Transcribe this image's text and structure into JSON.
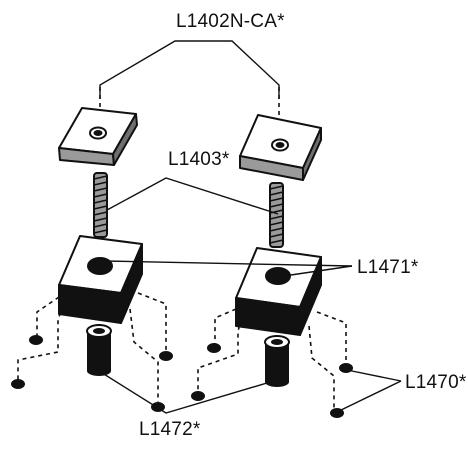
{
  "labels": {
    "cap_nut": "L1402N-CA*",
    "threaded_stud": "L1403*",
    "square_block": "L1471*",
    "small_dot": "L1470*",
    "tube_spacer": "L1472*"
  },
  "colors": {
    "ink": "#111111",
    "paper": "#ffffff",
    "light_face": "#9a9a9a",
    "dark_face": "#6f6f6f"
  }
}
